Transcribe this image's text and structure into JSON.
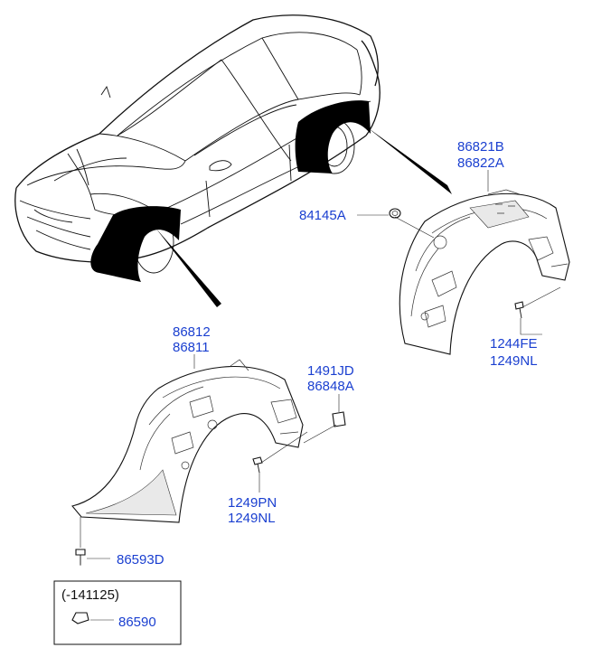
{
  "labels": {
    "p86821B": "86821B",
    "p86822A": "86822A",
    "p84145A": "84145A",
    "p1244FE": "1244FE",
    "p1249NL_r": "1249NL",
    "p86812": "86812",
    "p86811": "86811",
    "p1491JD": "1491JD",
    "p86848A": "86848A",
    "p1249PN": "1249PN",
    "p1249NL_f": "1249NL",
    "p86593D": "86593D",
    "p86590": "86590"
  },
  "legend_box": {
    "date_code": "(-141125)"
  },
  "colors": {
    "part_number": "#1a3fd0",
    "line": "#111111",
    "highlight": "#000000"
  }
}
